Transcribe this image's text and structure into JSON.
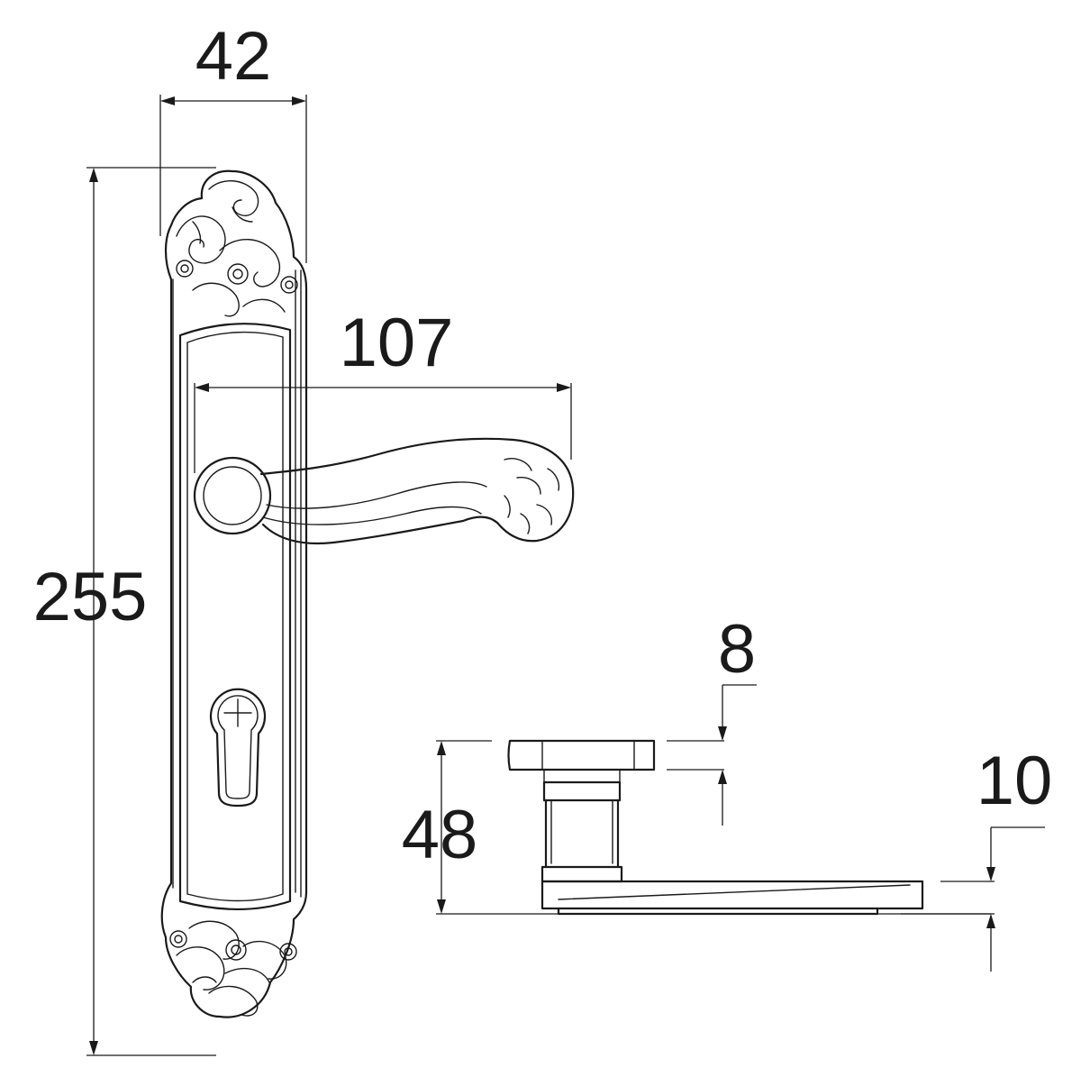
{
  "dimensions": {
    "plate_width": "42",
    "lever_length": "107",
    "plate_height": "255",
    "rose_thickness": "8",
    "projection": "48",
    "lever_thickness": "10"
  },
  "colors": {
    "line": "#1a1a1a",
    "background": "#ffffff"
  }
}
